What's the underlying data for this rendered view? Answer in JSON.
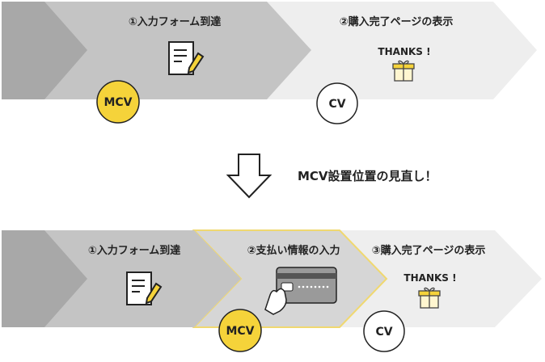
{
  "top_flow": {
    "step1_label": "①入力フォーム到達",
    "step2_label": "②購入完了ページの表示",
    "thanks_text": "THANKS !",
    "mcv_badge": "MCV",
    "cv_badge": "CV"
  },
  "transition": {
    "caption": "MCV設置位置の見直し！"
  },
  "bottom_flow": {
    "step1_label": "①入力フォーム到達",
    "step2_label": "②支払い情報の入力",
    "step3_label": "③購入完了ページの表示",
    "thanks_text": "THANKS !",
    "mcv_badge": "MCV",
    "cv_badge": "CV"
  },
  "colors": {
    "dark_gray": "#a8a8a8",
    "mid_gray": "#c4c4c4",
    "light_gray": "#eeeeee",
    "payment_gray": "#d6d6d6",
    "highlight_yellow": "#f5d33a",
    "outline_yellow": "#f0d870"
  },
  "icons": [
    "form-pencil-icon",
    "gift-box-icon",
    "credit-card-hand-icon",
    "down-arrow-icon"
  ]
}
